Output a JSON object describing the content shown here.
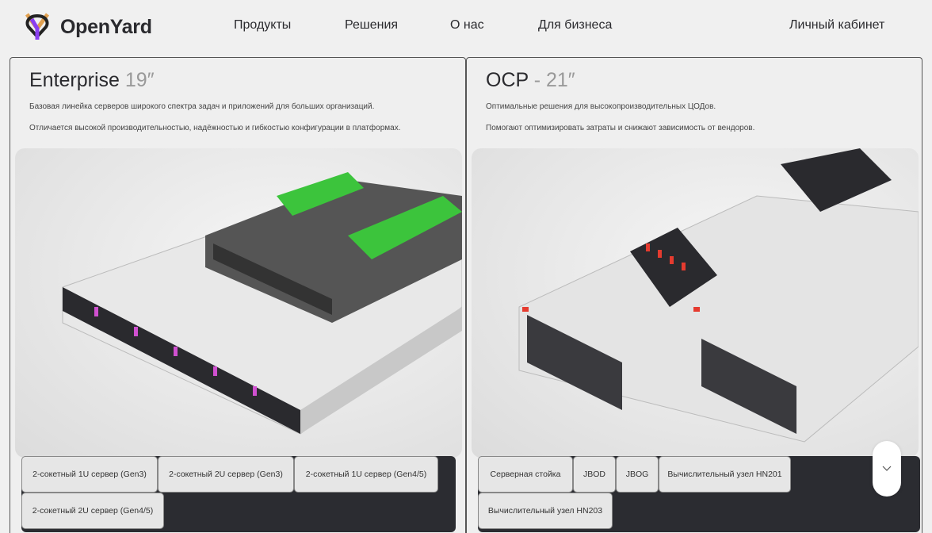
{
  "header": {
    "brand": "OpenYard",
    "nav": [
      "Продукты",
      "Решения",
      "О нас",
      "Для бизнеса"
    ],
    "account": "Личный кабинет"
  },
  "cards": [
    {
      "title": "Enterprise",
      "size": "19″",
      "desc1": "Базовая линейка серверов широкого спектра задач и приложений для больших организаций.",
      "desc2": "Отличается высокой производительностью, надёжностью и гибкостью конфигурации в платформах.",
      "tags": [
        "2-сокетный 1U сервер (Gen3)",
        "2-сокетный 2U сервер (Gen3)",
        "2-сокетный 1U сервер (Gen4/5)",
        "2-сокетный 2U сервер (Gen4/5)"
      ]
    },
    {
      "title": "OCP",
      "size": "- 21″",
      "desc1": "Оптимальные решения для высокопроизводительных ЦОДов.",
      "desc2": "Помогают оптимизировать затраты и снижают зависимость от вендоров.",
      "tags": [
        "Серверная стойка",
        "JBOD",
        "JBOG",
        "Вычислительный узел HN201",
        "Вычислительный узел HN203"
      ]
    }
  ],
  "colors": {
    "accent_purple": "#8a3ff0",
    "accent_orange": "#e0a050",
    "dark": "#2b2c31",
    "ocp_red": "#e53b2f",
    "ram_green": "#3cc43c"
  }
}
